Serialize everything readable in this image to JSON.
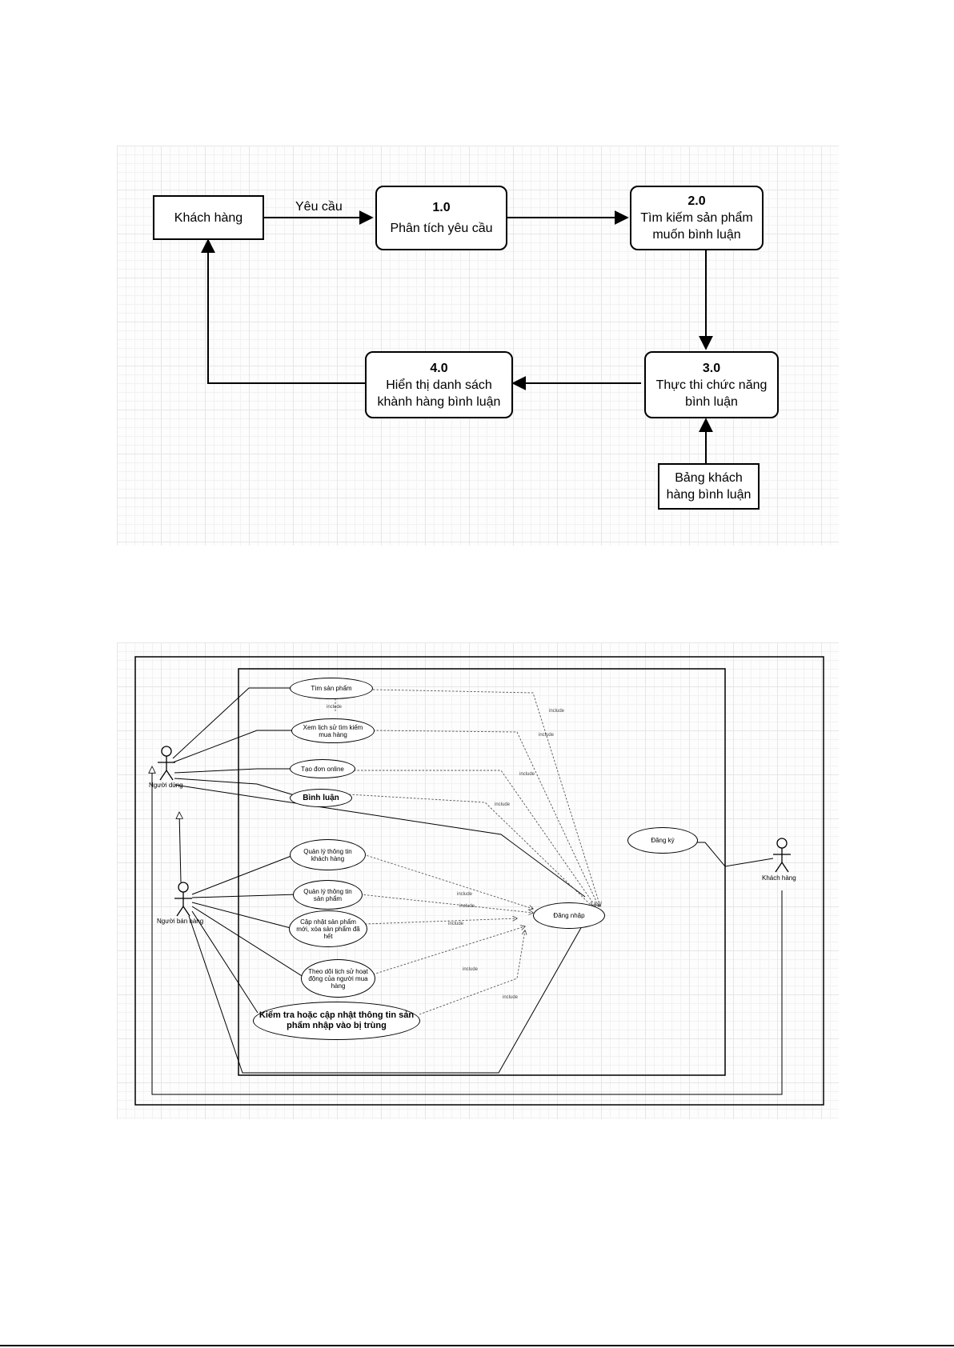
{
  "dfd": {
    "external_entity": "Khách hàng",
    "flow_label": "Yêu cầu",
    "process1": {
      "num": "1.0",
      "name": "Phân tích yêu cầu"
    },
    "process2": {
      "num": "2.0",
      "line1": "Tìm kiếm sản phẩm",
      "line2": "muốn bình luận"
    },
    "process3": {
      "num": "3.0",
      "line1": "Thực thi chức năng",
      "line2": "bình luận"
    },
    "process4": {
      "num": "4.0",
      "line1": "Hiển thị danh sách",
      "line2": "khành hàng bình luận"
    },
    "datastore": {
      "line1": "Bảng khách",
      "line2": "hàng bình luận"
    }
  },
  "usecase": {
    "actors": {
      "user": "Người dùng",
      "seller": "Người bán hàng",
      "customer": "Khách hàng"
    },
    "cases": {
      "find": "Tìm sản phẩm",
      "history": "Xem lịch sử tìm kiếm mua hàng",
      "order": "Tạo đơn online",
      "comment": "Bình luận",
      "manage_customer": "Quản lý thông tin khách hàng",
      "manage_product": "Quản lý thông tin sản phẩm",
      "update_product": "Cập nhật sản phẩm mới, xóa sản phẩm đã hết",
      "track": "Theo dõi lịch sử hoạt động của người mua hàng",
      "check": "Kiểm tra hoặc cập nhật thông tin sản phẩm nhập vào bị trùng",
      "login": "Đăng nhập",
      "register": "Đăng ký"
    },
    "include_label": "include"
  }
}
